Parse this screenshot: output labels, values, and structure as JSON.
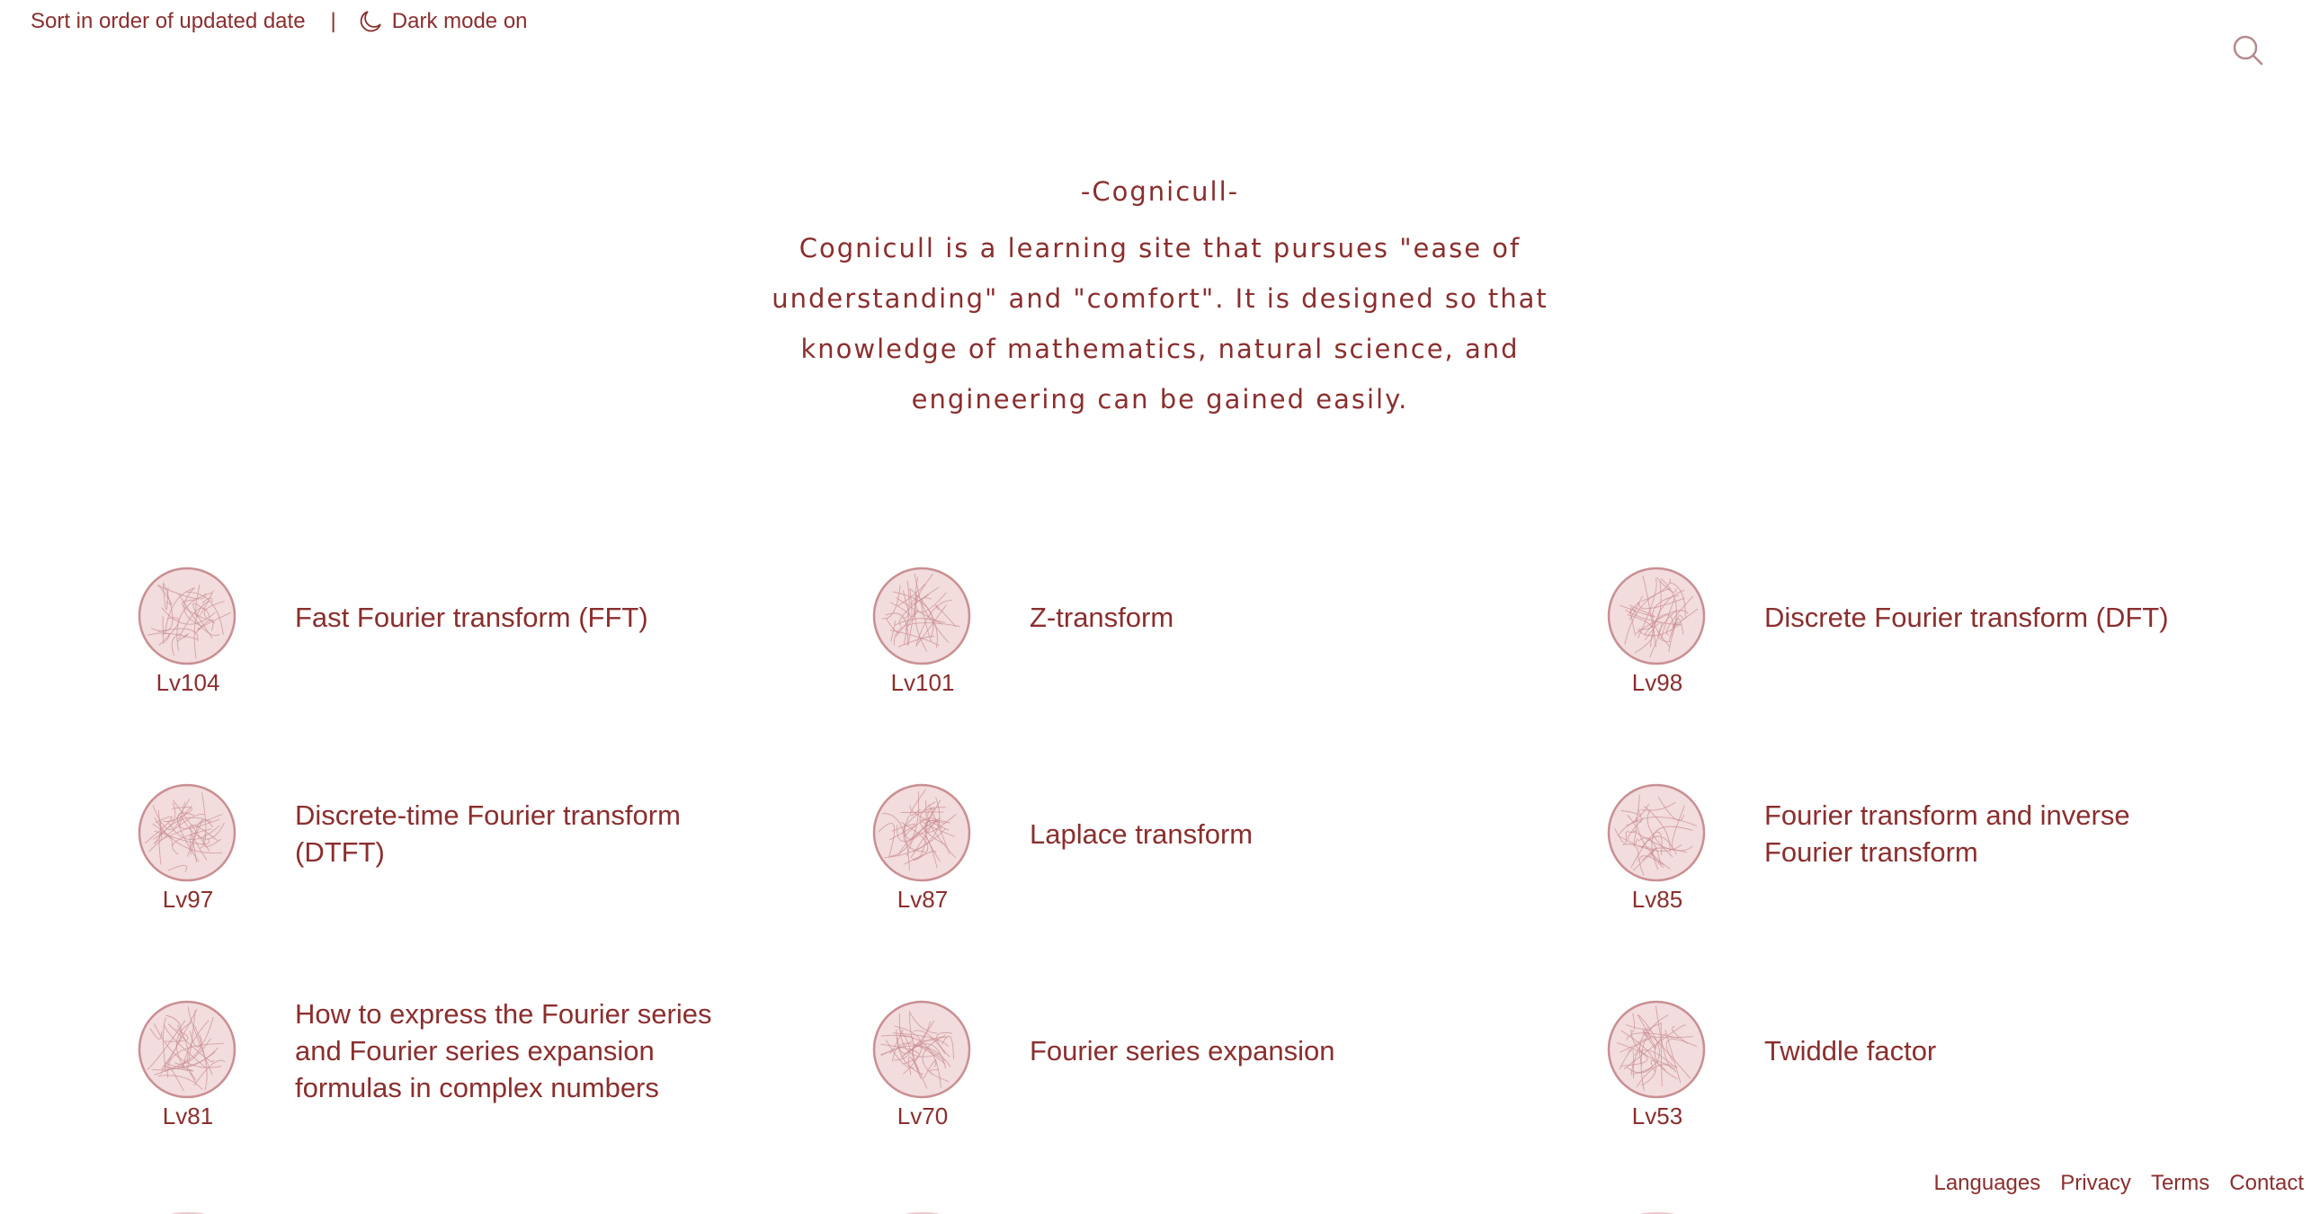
{
  "topbar": {
    "sort_label": "Sort in order of updated date",
    "separator": "|",
    "dark_mode_label": "Dark mode on"
  },
  "hero": {
    "title": "-Cognicull-",
    "description": "Cognicull is a learning site that pursues \"ease of understanding\" and \"comfort\". It is designed so that knowledge of mathematics, natural science, and engineering can be gained easily."
  },
  "cards": [
    {
      "title": "Fast Fourier transform (FFT)",
      "level": "Lv104"
    },
    {
      "title": "Z-transform",
      "level": "Lv101"
    },
    {
      "title": "Discrete Fourier transform (DFT)",
      "level": "Lv98"
    },
    {
      "title": "Discrete-time Fourier transform (DTFT)",
      "level": "Lv97"
    },
    {
      "title": "Laplace transform",
      "level": "Lv87"
    },
    {
      "title": "Fourier transform and inverse Fourier transform",
      "level": "Lv85"
    },
    {
      "title": "How to express the Fourier series and Fourier series expansion formulas in complex numbers",
      "level": "Lv81"
    },
    {
      "title": "Fourier series expansion",
      "level": "Lv70"
    },
    {
      "title": "Twiddle factor",
      "level": "Lv53"
    }
  ],
  "footer": {
    "languages": "Languages",
    "privacy": "Privacy",
    "terms": "Terms",
    "contact": "Contact"
  },
  "icons": {
    "moon": "moon-icon",
    "search": "search-icon",
    "orb": "level-orb-icon"
  },
  "colors": {
    "accent": "#8b2e2e",
    "orb_fill": "#f2dcdd",
    "orb_stroke": "#c98f93",
    "background": "#ffffff"
  }
}
